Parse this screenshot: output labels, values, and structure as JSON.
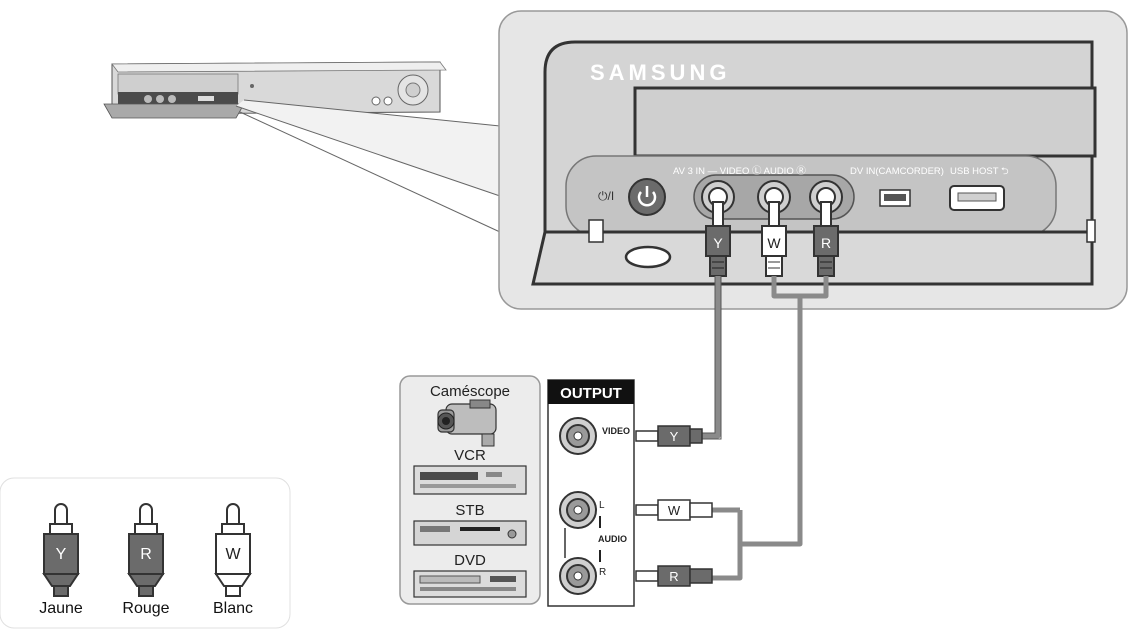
{
  "device": {
    "brand": "SAMSUNG",
    "power_label": "⏻/I",
    "front_panel_label": "AV 3 IN — VIDEO   Ⓛ AUDIO Ⓡ",
    "dv_in_label": "DV IN(CAMCORDER)",
    "usb_label": "USB HOST ⮌"
  },
  "connectors": {
    "video_plug": "Y",
    "audio_left_plug": "W",
    "audio_right_plug": "R"
  },
  "sources": {
    "items": [
      "Caméscope",
      "VCR",
      "STB",
      "DVD"
    ]
  },
  "output_panel": {
    "title": "OUTPUT",
    "video_label": "VIDEO",
    "audio_l_label": "L",
    "audio_label": "AUDIO",
    "audio_r_label": "R"
  },
  "legend": {
    "items": [
      {
        "letter": "Y",
        "name": "Jaune"
      },
      {
        "letter": "R",
        "name": "Rouge"
      },
      {
        "letter": "W",
        "name": "Blanc"
      }
    ]
  },
  "colors": {
    "panel_bg": "#e6e6e6",
    "device_dark": "#3a3a3a",
    "plug_dark": "#4a4a4a",
    "plug_white": "#ffffff",
    "cable_gray": "#8a8a8a"
  }
}
